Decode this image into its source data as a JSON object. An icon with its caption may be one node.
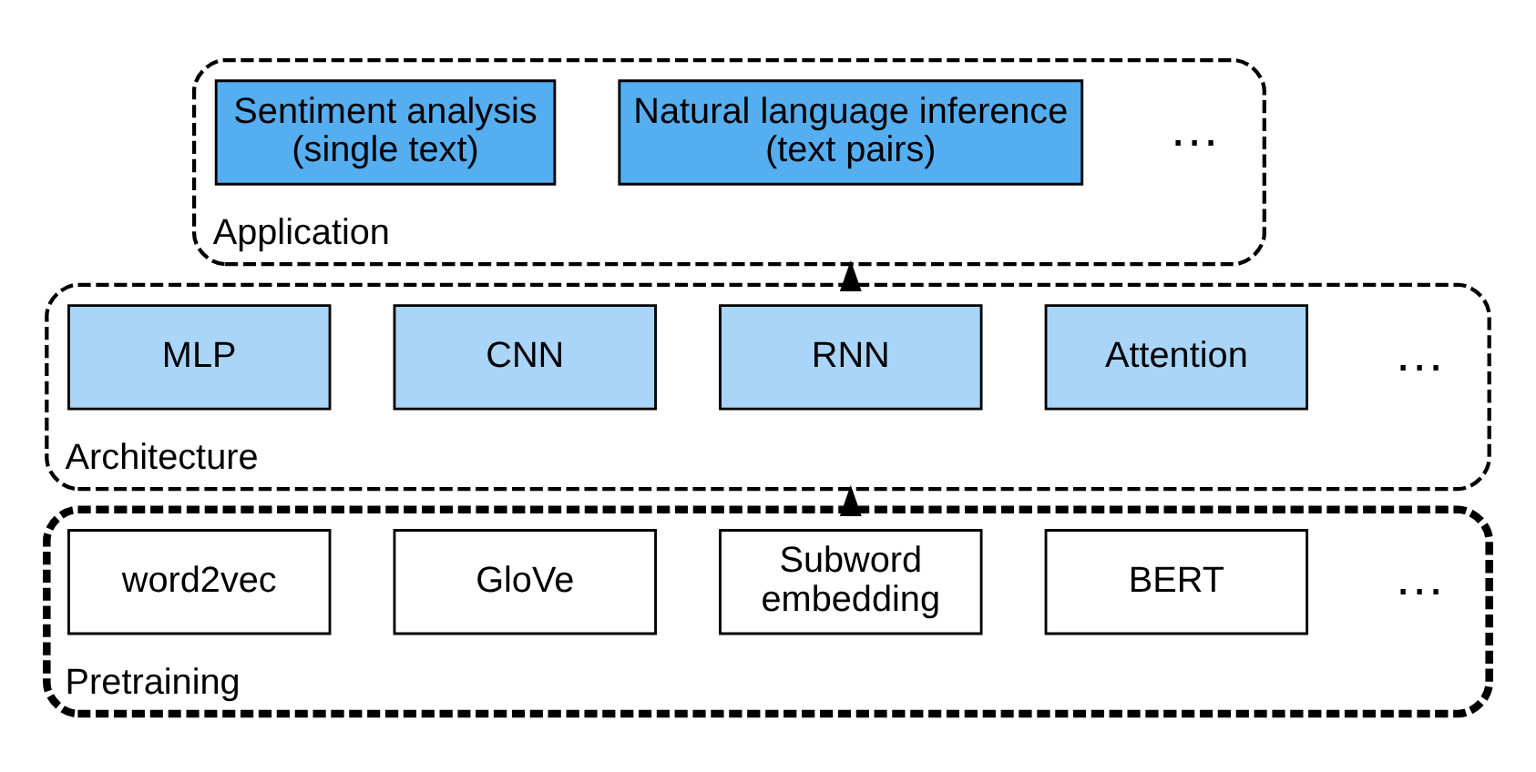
{
  "diagram": {
    "nodes": [
      {
        "text": [
          "Application"
        ]
      },
      {
        "text": [
          "Sentiment analysis (single text)"
        ],
        "in": 0
      },
      {
        "text": [
          "Natural language inference (text pairs)"
        ],
        "in": 0
      },
      {
        "text": [
          "Architecture"
        ]
      },
      {
        "text": [
          "MLP"
        ],
        "in": 3
      },
      {
        "text": [
          "CNN"
        ],
        "in": 3
      },
      {
        "text": [
          "RNN"
        ],
        "in": 3
      },
      {
        "text": [
          "Attention"
        ],
        "in": 3
      },
      {
        "text": [
          "Pretraining"
        ]
      },
      {
        "text": [
          "word2vec"
        ],
        "in": 8
      },
      {
        "text": [
          "GloVe"
        ],
        "in": 8
      },
      {
        "text": [
          "Subword embedding"
        ],
        "in": 8
      },
      {
        "text": [
          "BERT"
        ],
        "in": 8
      }
    ],
    "edges": [
      {
        "from": 8,
        "to": 3,
        "arrow": "to"
      },
      {
        "from": 3,
        "to": 0,
        "arrow": "to"
      }
    ],
    "labels": [
      "…",
      "…",
      "…"
    ]
  }
}
